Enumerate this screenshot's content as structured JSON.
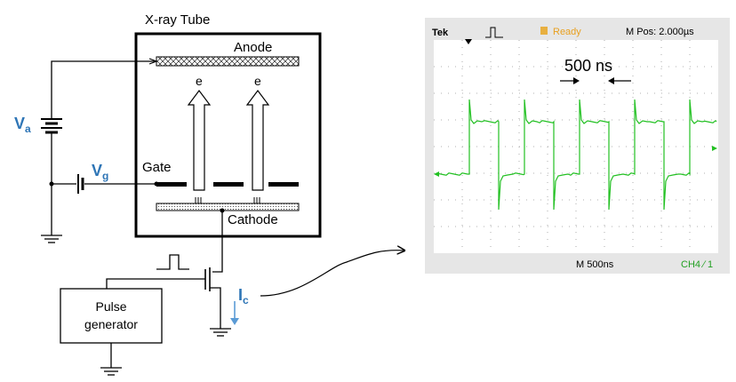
{
  "diagram": {
    "tube_title": "X-ray Tube",
    "anode_label": "Anode",
    "electron_labels": [
      "e",
      "e"
    ],
    "gate_label": "Gate",
    "cathode_label": "Cathode",
    "va_main": "V",
    "va_sub": "a",
    "vg_main": "V",
    "vg_sub": "g",
    "ic_main": "I",
    "ic_sub": "c",
    "pulse_generator_line1": "Pulse",
    "pulse_generator_line2": "generator",
    "colors": {
      "label_blue": "#2e75b6",
      "signal_green": "#22c022",
      "scope_bg": "#e8e8e8"
    }
  },
  "scope": {
    "brand": "Tek",
    "status": "Ready",
    "m_pos": "M Pos: 2.000µs",
    "time_annotation": "500 ns",
    "timebase": "M 500ns",
    "channel": "CH4",
    "channel_trigger": "∕ 1"
  }
}
